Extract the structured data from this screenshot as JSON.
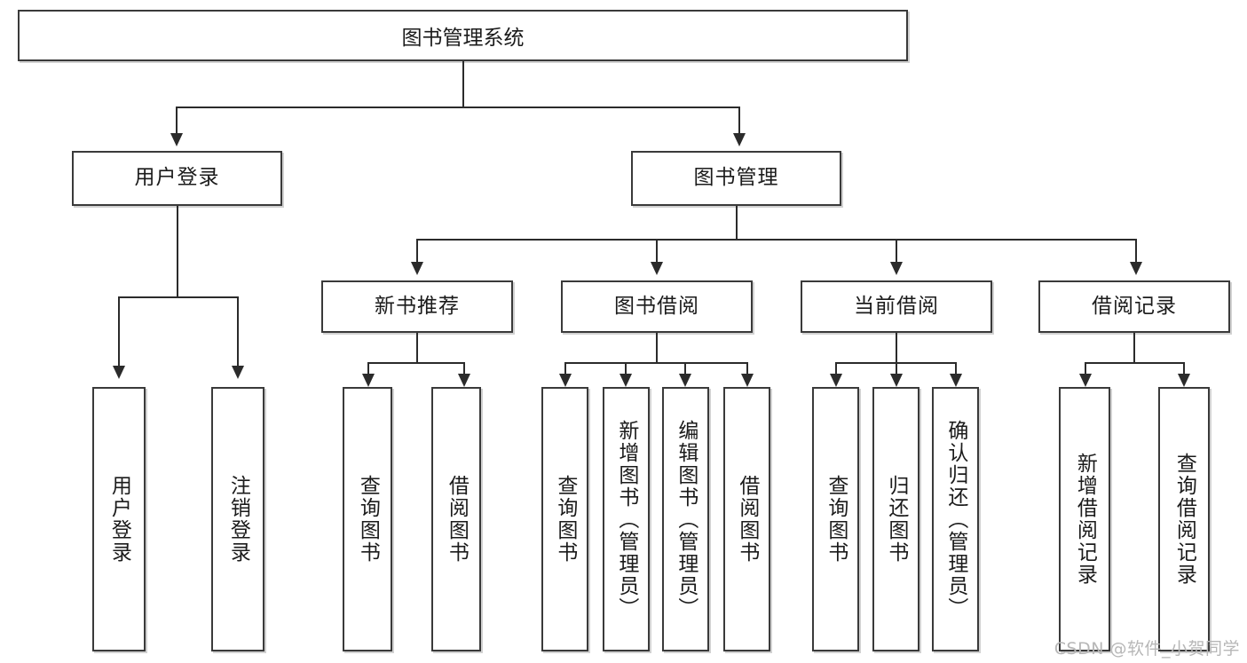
{
  "diagram": {
    "title": "图书管理系统",
    "type": "tree-hierarchy",
    "watermark": "CSDN @软件_小贺同学",
    "colors": {
      "box_border": "#3a3a3a",
      "connector": "#2b2b2b",
      "background": "#ffffff",
      "text": "#1b1b1b",
      "watermark": "#b7b7b7"
    },
    "root": {
      "label": "图书管理系统"
    },
    "level2": [
      {
        "id": "user-login",
        "label": "用户登录"
      },
      {
        "id": "book-manage",
        "label": "图书管理"
      }
    ],
    "level3": [
      {
        "id": "new-book-recommend",
        "label": "新书推荐"
      },
      {
        "id": "book-borrow",
        "label": "图书借阅"
      },
      {
        "id": "current-borrow",
        "label": "当前借阅"
      },
      {
        "id": "borrow-record",
        "label": "借阅记录"
      }
    ],
    "leaves": {
      "user-login": [
        {
          "id": "leaf-user-login",
          "label": "用户登录"
        },
        {
          "id": "leaf-user-logout",
          "label": "注销登录"
        }
      ],
      "new-book-recommend": [
        {
          "id": "leaf-query-book-1",
          "label": "查询图书"
        },
        {
          "id": "leaf-borrow-book-1",
          "label": "借阅图书"
        }
      ],
      "book-borrow": [
        {
          "id": "leaf-query-book-2",
          "label": "查询图书"
        },
        {
          "id": "leaf-add-book",
          "label": "新增图书（管理员）"
        },
        {
          "id": "leaf-edit-book",
          "label": "编辑图书（管理员）"
        },
        {
          "id": "leaf-borrow-book-2",
          "label": "借阅图书"
        }
      ],
      "current-borrow": [
        {
          "id": "leaf-query-book-3",
          "label": "查询图书"
        },
        {
          "id": "leaf-return-book",
          "label": "归还图书"
        },
        {
          "id": "leaf-confirm-return",
          "label": "确认归还（管理员）"
        }
      ],
      "borrow-record": [
        {
          "id": "leaf-add-record",
          "label": "新增借阅记录"
        },
        {
          "id": "leaf-query-record",
          "label": "查询借阅记录"
        }
      ]
    }
  }
}
